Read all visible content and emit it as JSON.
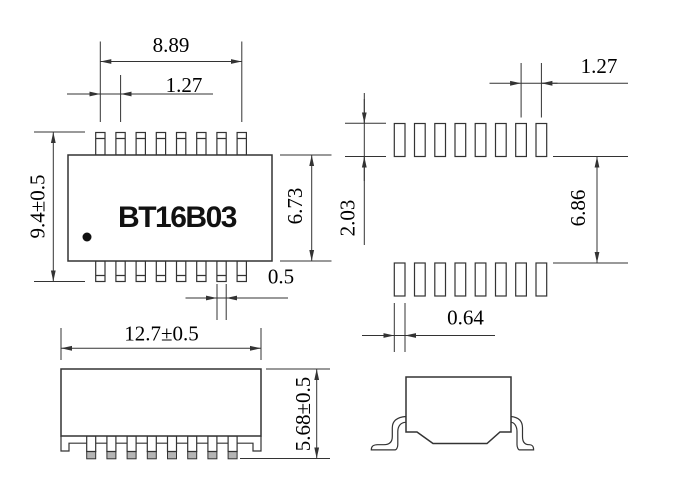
{
  "title": "BT16B03 package outline drawing",
  "part_label": "BT16B03",
  "colors": {
    "line": "#333333",
    "text": "#000000",
    "lead_foot_fill": "#b5b5b5"
  },
  "dims": {
    "top_pin_span": "8.89",
    "top_pin_pitch": "1.27",
    "top_overall_height": "9.4±0.5",
    "top_body_height": "6.73",
    "top_lead_width": "0.5",
    "land_pad_pitch": "1.27",
    "land_pad_length": "2.03",
    "land_row_gap": "6.86",
    "land_pad_width": "0.64",
    "side_body_length": "12.7±0.5",
    "side_overall_height": "5.68±0.5"
  }
}
